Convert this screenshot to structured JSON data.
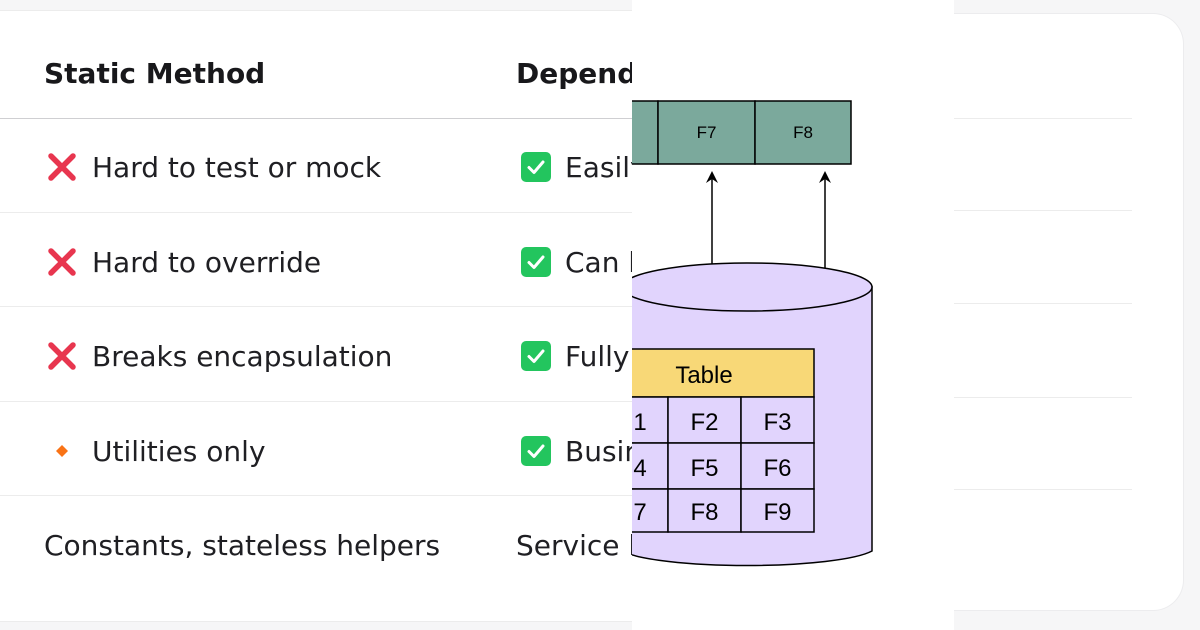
{
  "table": {
    "headers": [
      "Static Method",
      "Depende"
    ],
    "rows": [
      {
        "left": "Hard to test or mock",
        "right": "Easily"
      },
      {
        "left": "Hard to override",
        "right": "Can b"
      },
      {
        "left": "Breaks encapsulation",
        "right": "Fully"
      },
      {
        "left": "Utilities only",
        "right": "Busin"
      }
    ],
    "footer": {
      "left": "Constants, stateless helpers",
      "right": "Service la"
    }
  },
  "icons": {
    "cross": "cross-mark-icon",
    "check": "check-mark-icon",
    "diamond": "diamond-icon"
  },
  "colors": {
    "cross": "#e8364f",
    "check": "#23c55e",
    "diamond": "#f97316",
    "field_box": "#7ba99c",
    "cylinder": "#e1d4fd",
    "table_header": "#f8d877"
  },
  "diagram": {
    "top_fields": [
      "F7",
      "F8"
    ],
    "table_label": "Table",
    "grid": [
      [
        "1",
        "F2",
        "F3"
      ],
      [
        "4",
        "F5",
        "F6"
      ],
      [
        "7",
        "F8",
        "F9"
      ]
    ]
  }
}
